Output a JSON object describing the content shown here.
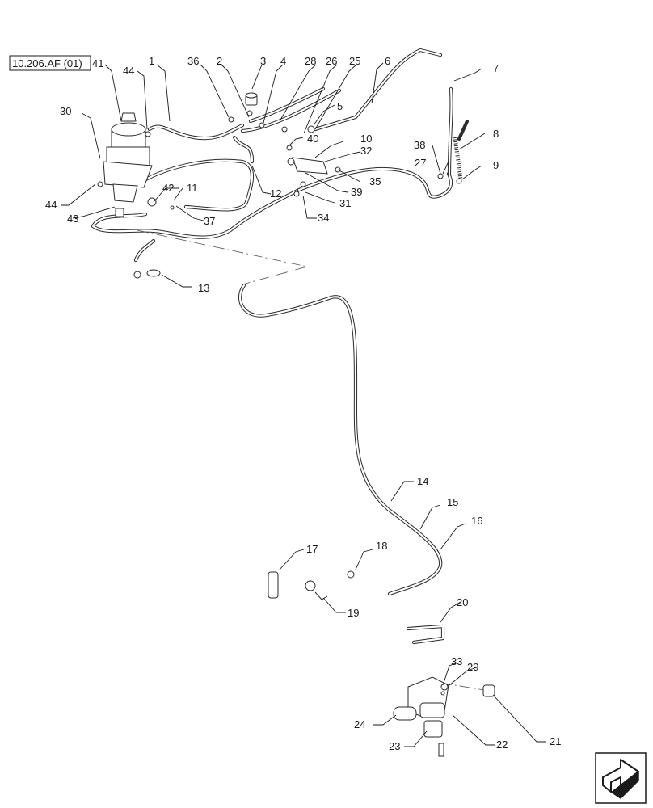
{
  "reference": {
    "label": "10.206.AF (01)"
  },
  "callouts": [
    {
      "id": "c1",
      "text": "1"
    },
    {
      "id": "c2",
      "text": "2"
    },
    {
      "id": "c3",
      "text": "3"
    },
    {
      "id": "c4",
      "text": "4"
    },
    {
      "id": "c5",
      "text": "5"
    },
    {
      "id": "c6",
      "text": "6"
    },
    {
      "id": "c7",
      "text": "7"
    },
    {
      "id": "c8",
      "text": "8"
    },
    {
      "id": "c9",
      "text": "9"
    },
    {
      "id": "c10",
      "text": "10"
    },
    {
      "id": "c11",
      "text": "11"
    },
    {
      "id": "c12",
      "text": "12"
    },
    {
      "id": "c13",
      "text": "13"
    },
    {
      "id": "c14",
      "text": "14"
    },
    {
      "id": "c15",
      "text": "15"
    },
    {
      "id": "c16",
      "text": "16"
    },
    {
      "id": "c17",
      "text": "17"
    },
    {
      "id": "c18",
      "text": "18"
    },
    {
      "id": "c19",
      "text": "19"
    },
    {
      "id": "c20",
      "text": "20"
    },
    {
      "id": "c21",
      "text": "21"
    },
    {
      "id": "c22",
      "text": "22"
    },
    {
      "id": "c23",
      "text": "23"
    },
    {
      "id": "c24",
      "text": "24"
    },
    {
      "id": "c25",
      "text": "25"
    },
    {
      "id": "c26",
      "text": "26"
    },
    {
      "id": "c27",
      "text": "27"
    },
    {
      "id": "c28",
      "text": "28"
    },
    {
      "id": "c29",
      "text": "29"
    },
    {
      "id": "c30",
      "text": "30"
    },
    {
      "id": "c31",
      "text": "31"
    },
    {
      "id": "c32",
      "text": "32"
    },
    {
      "id": "c33",
      "text": "33"
    },
    {
      "id": "c34",
      "text": "34"
    },
    {
      "id": "c35",
      "text": "35"
    },
    {
      "id": "c36",
      "text": "36"
    },
    {
      "id": "c37",
      "text": "37"
    },
    {
      "id": "c38",
      "text": "38"
    },
    {
      "id": "c39",
      "text": "39"
    },
    {
      "id": "c40",
      "text": "40"
    },
    {
      "id": "c41",
      "text": "41"
    },
    {
      "id": "c42",
      "text": "42"
    },
    {
      "id": "c43",
      "text": "43"
    },
    {
      "id": "c44a",
      "text": "44"
    },
    {
      "id": "c44b",
      "text": "44"
    }
  ],
  "icons": {
    "nav": "next-page-arrow-icon"
  }
}
